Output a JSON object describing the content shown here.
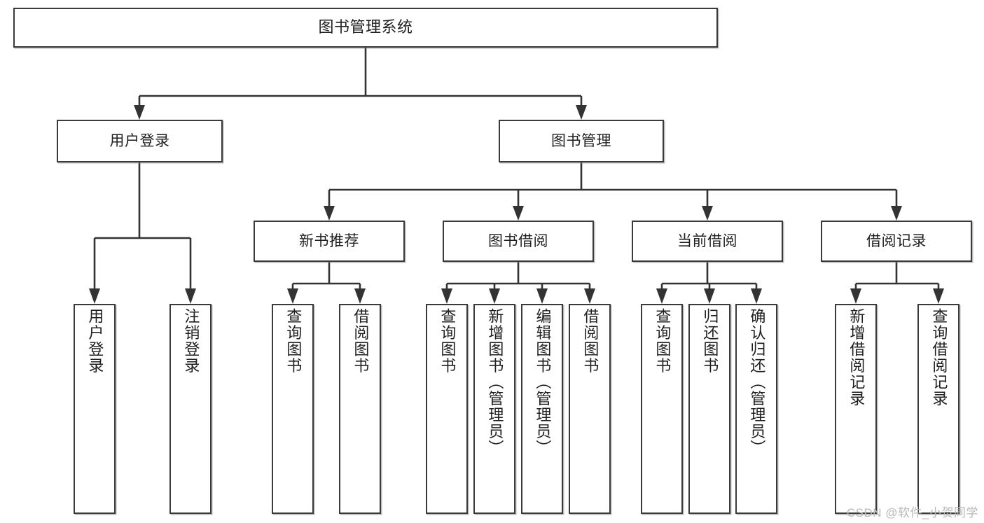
{
  "diagram": {
    "title": "图书管理系统",
    "type": "tree-structure-chart",
    "orientation": "top-down",
    "colors": {
      "box_border": "#3a3a3a",
      "box_fill": "#ffffff",
      "connector": "#333333",
      "text": "#1f1f1f",
      "watermark": "#b8b8b8"
    }
  },
  "root": {
    "label": "图书管理系统"
  },
  "level2": [
    {
      "label": "用户登录"
    },
    {
      "label": "图书管理"
    }
  ],
  "level3": [
    {
      "label": "新书推荐"
    },
    {
      "label": "图书借阅"
    },
    {
      "label": "当前借阅"
    },
    {
      "label": "借阅记录"
    }
  ],
  "leaves": {
    "user_login": [
      {
        "label": "用户登录"
      },
      {
        "label": "注销登录"
      }
    ],
    "new_book_recommend": [
      {
        "label": "查询图书"
      },
      {
        "label": "借阅图书"
      }
    ],
    "book_borrow": [
      {
        "label": "查询图书"
      },
      {
        "label": "新增图书（管理员）"
      },
      {
        "label": "编辑图书（管理员）"
      },
      {
        "label": "借阅图书"
      }
    ],
    "current_borrow": [
      {
        "label": "查询图书"
      },
      {
        "label": "归还图书"
      },
      {
        "label": "确认归还（管理员）"
      }
    ],
    "borrow_record": [
      {
        "label": "新增借阅记录"
      },
      {
        "label": "查询借阅记录"
      }
    ]
  },
  "watermark": {
    "text": "CSDN @软件_小贺同学"
  }
}
